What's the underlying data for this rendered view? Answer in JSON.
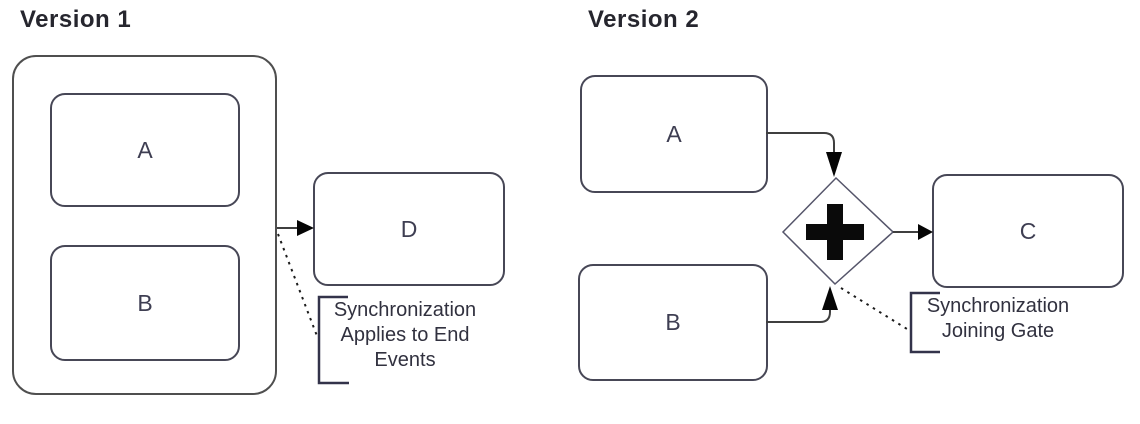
{
  "version1": {
    "title": "Version 1",
    "nodes": {
      "a": "A",
      "b": "B",
      "d": "D"
    },
    "annotation": [
      "Synchronization",
      "Applies to End",
      "Events"
    ]
  },
  "version2": {
    "title": "Version 2",
    "nodes": {
      "a": "A",
      "b": "B",
      "c": "C"
    },
    "gateway_symbol": "+",
    "annotation": [
      "Synchronization",
      "Joining Gate"
    ]
  },
  "colors": {
    "background": "#ffffff",
    "box_border": "#474756",
    "container_border": "#4f4f4f",
    "label_text": "#3e3e52",
    "title_text": "#26262e",
    "annotation_text": "#31313f",
    "connector": "#3f3f3f",
    "arrowhead": "#050505",
    "gateway_plus": "#0a0a0a"
  }
}
